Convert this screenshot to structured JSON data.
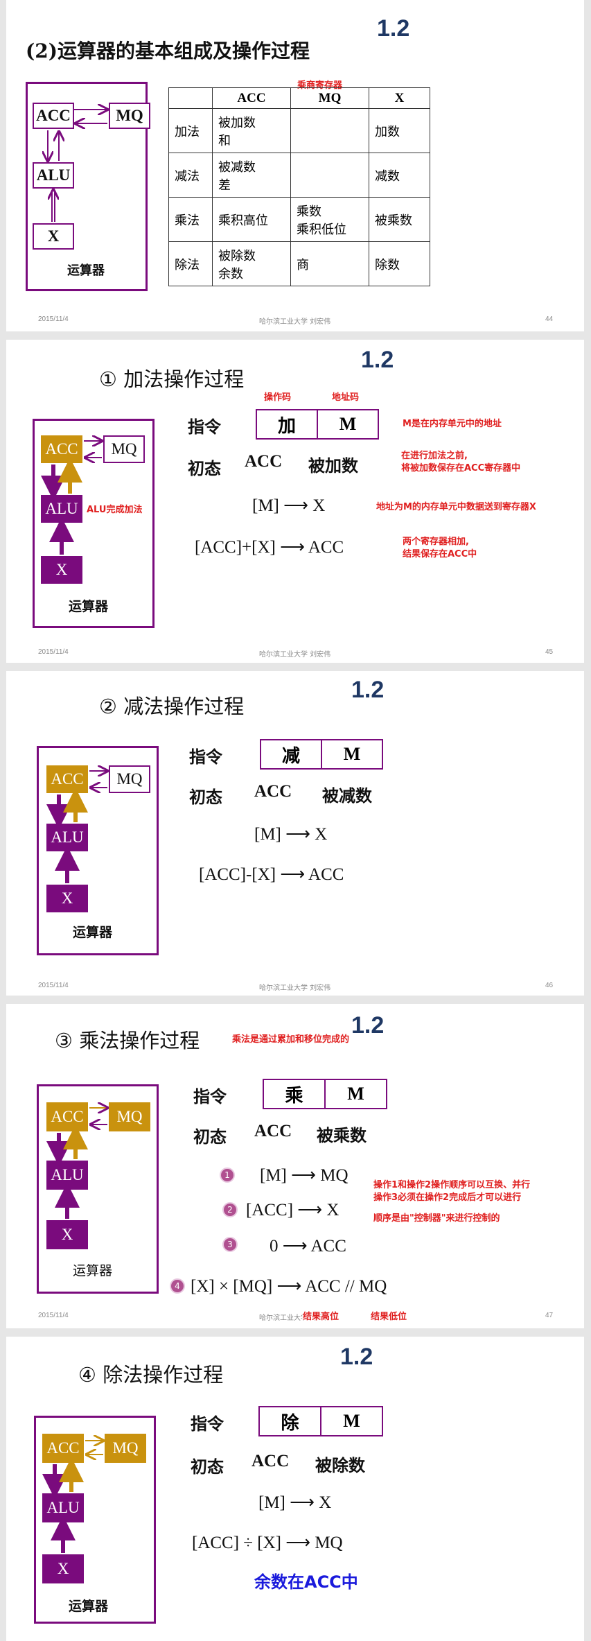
{
  "common": {
    "version": "1.2",
    "date": "2015/11/4",
    "footer_center": "哈尔滨工业大学 刘宏伟",
    "unit_label": "运算器",
    "blocks": {
      "acc": "ACC",
      "mq": "MQ",
      "alu": "ALU",
      "x": "X"
    },
    "instr_label": "指令",
    "init_label": "初态",
    "M": "M"
  },
  "slide1": {
    "title": "(2)运算器的基本组成及操作过程",
    "page": "44",
    "annotation": "乘商寄存器",
    "table": {
      "headers": [
        "",
        "ACC",
        "MQ",
        "X"
      ],
      "rows": [
        [
          "加法",
          "被加数\n和",
          "",
          "加数"
        ],
        [
          "减法",
          "被减数\n差",
          "",
          "减数"
        ],
        [
          "乘法",
          "乘积高位",
          "乘数\n乘积低位",
          "被乘数"
        ],
        [
          "除法",
          "被除数\n余数",
          "商",
          "除数"
        ]
      ]
    }
  },
  "slide2": {
    "title": "① 加法操作过程",
    "page": "45",
    "opcode_note": "操作码",
    "addr_note": "地址码",
    "op": "加",
    "init_acc": "ACC",
    "init_value": "被加数",
    "step1": "[M] ⟶ X",
    "step2": "[ACC]+[X] ⟶ ACC",
    "note_m": "M是在内存单元中的地址",
    "note_alu": "ALU完成加法",
    "note_init_1": "在进行加法之前,",
    "note_init_2": "将被加数保存在ACC寄存器中",
    "note_step1": "地址为M的内存单元中数据送到寄存器X",
    "note_step2_1": "两个寄存器相加,",
    "note_step2_2": "结果保存在ACC中"
  },
  "slide3": {
    "title": "② 减法操作过程",
    "page": "46",
    "op": "减",
    "init_acc": "ACC",
    "init_value": "被减数",
    "step1": "[M] ⟶ X",
    "step2": "[ACC]-[X] ⟶ ACC"
  },
  "slide4": {
    "title": "③ 乘法操作过程",
    "page": "47",
    "title_note": "乘法是通过累加和移位完成的",
    "op": "乘",
    "init_acc": "ACC",
    "init_value": "被乘数",
    "steps": [
      "[M] ⟶ MQ",
      "[ACC] ⟶ X",
      "0 ⟶ ACC",
      "[X] × [MQ] ⟶ ACC // MQ"
    ],
    "bullets": [
      "1",
      "2",
      "3",
      "4"
    ],
    "note_a": "操作1和操作2操作顺序可以互换、并行",
    "note_b": "操作3必须在操作2完成后才可以进行",
    "note_c": "顺序是由\"控制器\"来进行控制的",
    "note_high": "结果高位",
    "note_low": "结果低位"
  },
  "slide5": {
    "title": "④ 除法操作过程",
    "op": "除",
    "init_acc": "ACC",
    "init_value": "被除数",
    "step1": "[M] ⟶ X",
    "step2": "[ACC] ÷ [X] ⟶ MQ",
    "remainder": "余数在ACC中"
  },
  "colors": {
    "purple": "#7a0b7d",
    "gold": "#c9920e",
    "red_note": "#e02020",
    "version_blue": "#1f3864"
  }
}
